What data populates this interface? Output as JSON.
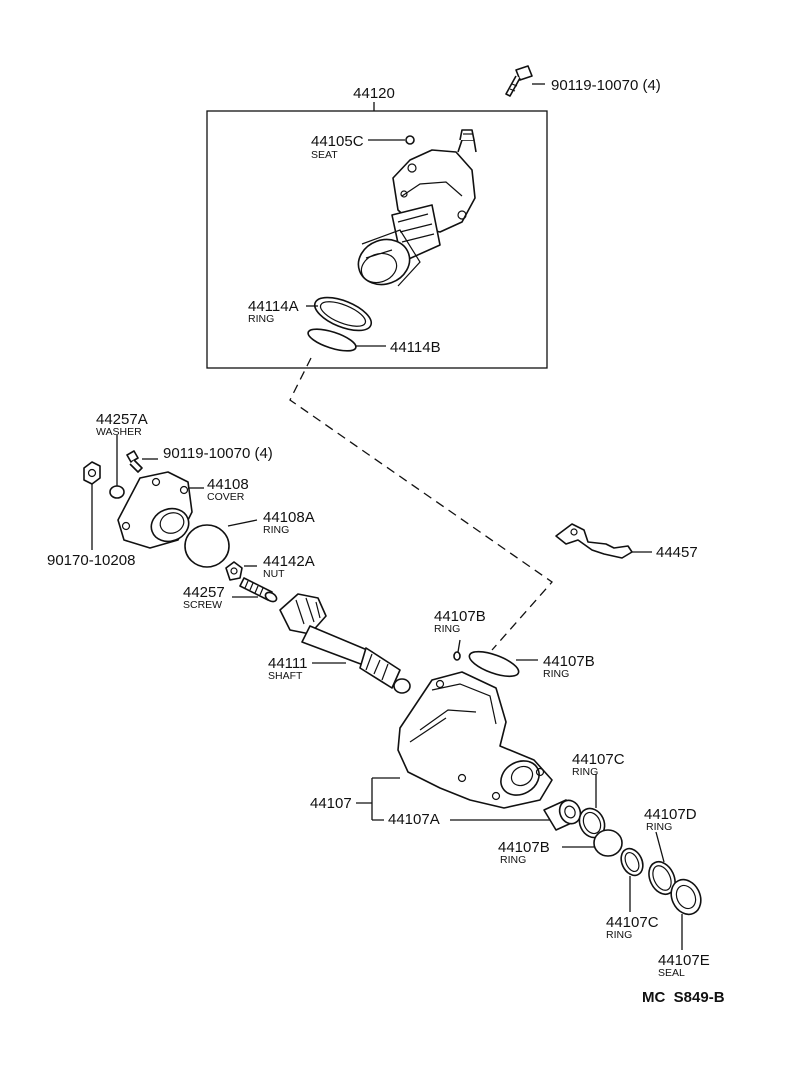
{
  "parts": {
    "p44120": {
      "number": "44120"
    },
    "p90119_top": {
      "number": "90119-10070 (4)"
    },
    "p44105c": {
      "number": "44105C",
      "name": "SEAT"
    },
    "p44114a": {
      "number": "44114A",
      "name": "RING"
    },
    "p44114b": {
      "number": "44114B"
    },
    "p44257a": {
      "number": "44257A",
      "name": "WASHER"
    },
    "p90119_left": {
      "number": "90119-10070 (4)"
    },
    "p44108": {
      "number": "44108",
      "name": "COVER"
    },
    "p44108a": {
      "number": "44108A",
      "name": "RING"
    },
    "p90170": {
      "number": "90170-10208"
    },
    "p44142a": {
      "number": "44142A",
      "name": "NUT"
    },
    "p44257": {
      "number": "44257",
      "name": "SCREW"
    },
    "p44457": {
      "number": "44457"
    },
    "p44107b_small": {
      "number": "44107B",
      "name": "RING"
    },
    "p44107b_big": {
      "number": "44107B",
      "name": "RING"
    },
    "p44111": {
      "number": "44111",
      "name": "SHAFT"
    },
    "p44107c_top": {
      "number": "44107C",
      "name": "RING"
    },
    "p44107": {
      "number": "44107"
    },
    "p44107a": {
      "number": "44107A"
    },
    "p44107d": {
      "number": "44107D",
      "name": "RING"
    },
    "p44107b_low": {
      "number": "44107B",
      "name": "RING"
    },
    "p44107c_low": {
      "number": "44107C",
      "name": "RING"
    },
    "p44107e": {
      "number": "44107E",
      "name": "SEAL"
    }
  },
  "reference_code": "MC  S849-B"
}
